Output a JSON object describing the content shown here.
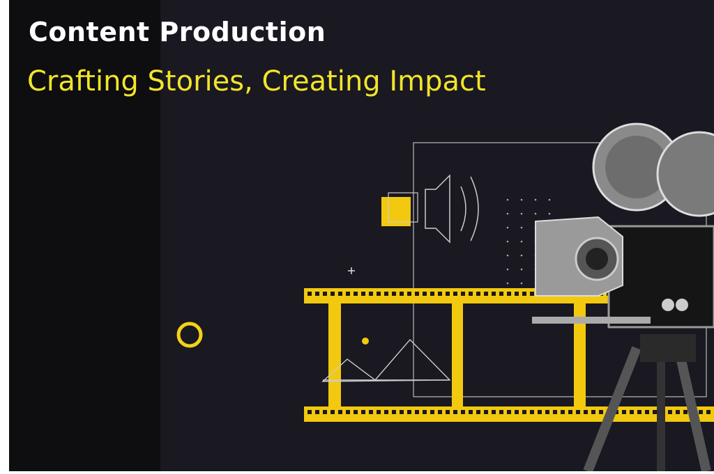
{
  "banner": {
    "title": "Content Production",
    "subtitle": "Crafting Stories, Creating Impact"
  },
  "colors": {
    "accent": "#f2d21a",
    "background": "#1a1820",
    "panel": "#0e0d0f",
    "title": "#ffffff",
    "subtitle": "#f2e52a"
  },
  "icons": [
    "speaker-icon",
    "image-icon",
    "film-strip",
    "movie-camera",
    "circle-decoration",
    "plus-decoration"
  ]
}
